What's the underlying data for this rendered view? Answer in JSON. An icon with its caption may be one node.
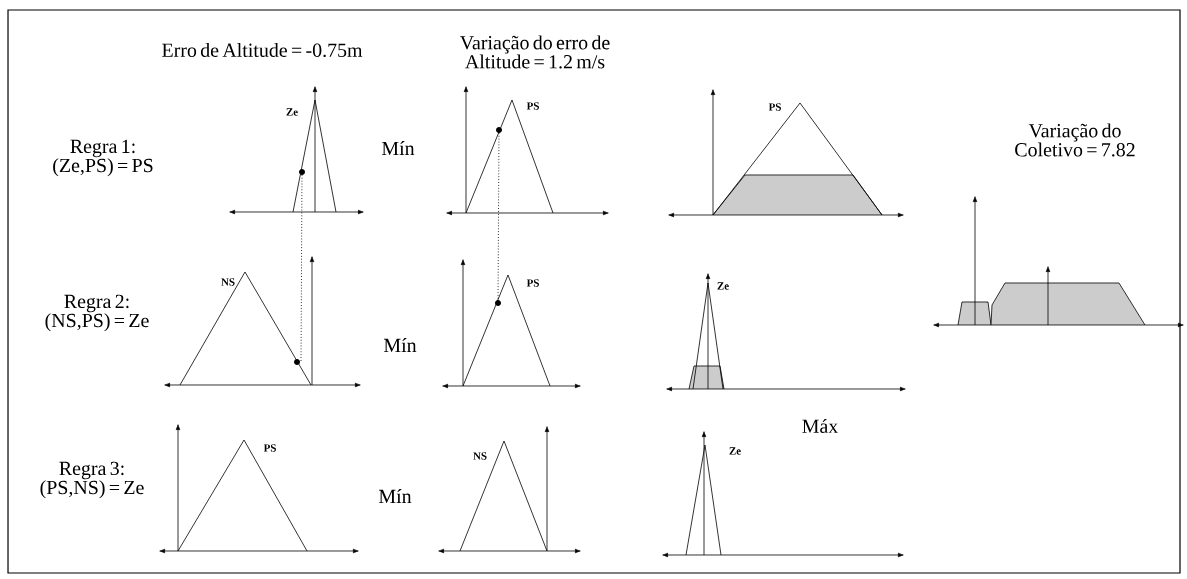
{
  "diagram": {
    "labels": [
      "Erro de Altitude = -0.75m",
      "Variação do erro de Altitude = 1.2 m/s",
      "Ze",
      "PS",
      "PS",
      "Regra 1: (Ze,PS) = PS",
      "Mín",
      "Variação do Coletivo = 7.82",
      "NS",
      "PS",
      "Ze",
      "Regra 2: (NS,PS) = Ze",
      "Mín",
      "PS",
      "NS",
      "Ze",
      "Máx",
      "Regra 3: (PS,NS) = Ze",
      "Mín"
    ]
  }
}
